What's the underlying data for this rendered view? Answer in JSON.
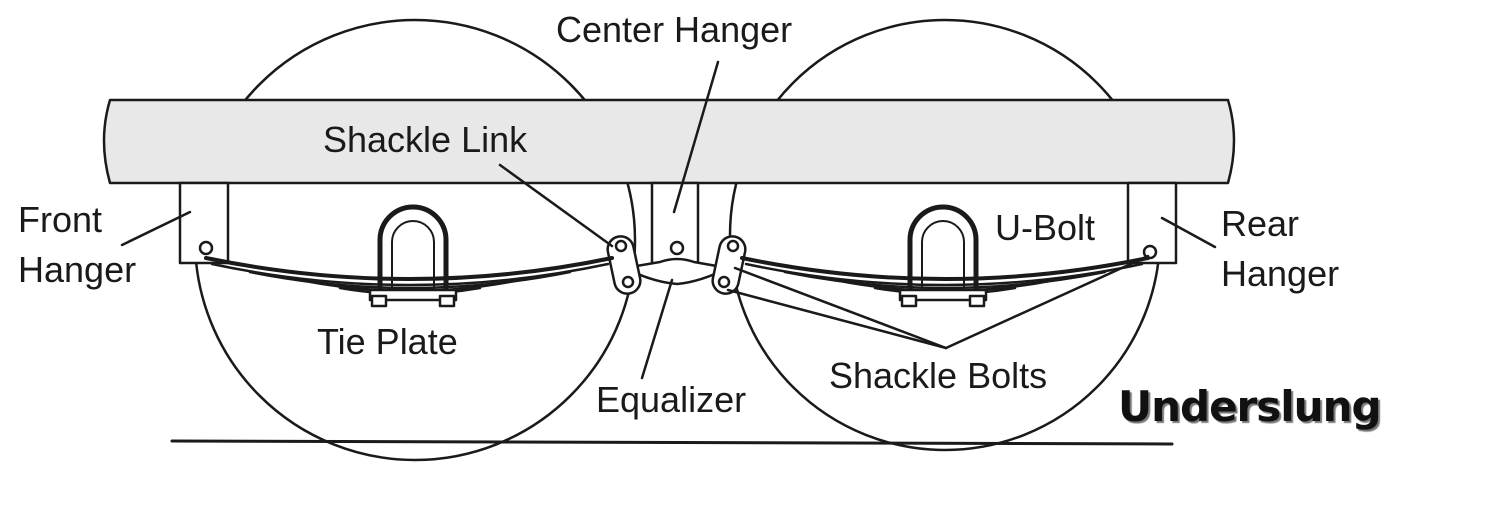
{
  "labels": {
    "center_hanger": "Center Hanger",
    "shackle_link": "Shackle Link",
    "front_hanger_line1": "Front",
    "front_hanger_line2": "Hanger",
    "rear_hanger_line1": "Rear",
    "rear_hanger_line2": "Hanger",
    "u_bolt": "U-Bolt",
    "tie_plate": "Tie Plate",
    "equalizer": "Equalizer",
    "shackle_bolts": "Shackle Bolts"
  },
  "title": "Underslung",
  "colors": {
    "ink": "#1a1a1a",
    "frame_fill": "#e8e8e8",
    "background": "#ffffff"
  }
}
